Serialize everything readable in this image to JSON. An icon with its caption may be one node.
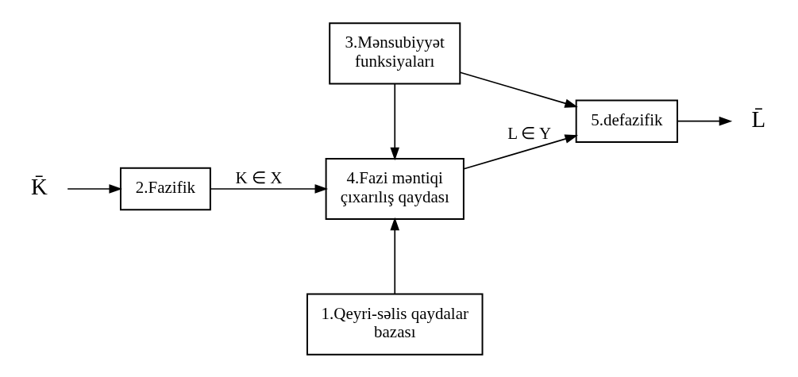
{
  "diagram": {
    "nodes": [
      {
        "text": [
          "K̄"
        ]
      },
      {
        "text": [
          "2.Fazifik"
        ]
      },
      {
        "text": [
          "3.Mənsubiyyət funksiyaları"
        ]
      },
      {
        "text": [
          "4.Fazi məntiqi çıxarılış qaydası"
        ]
      },
      {
        "text": [
          "5.defazifik"
        ]
      },
      {
        "text": [
          "L̄"
        ]
      },
      {
        "text": [
          "1.Qeyri-səlis qaydalar bazası"
        ]
      }
    ],
    "edges": [
      {
        "from": 0,
        "to": 1,
        "arrow": "to"
      },
      {
        "from": 1,
        "to": 3,
        "arrow": "to",
        "label": "K ∈ X"
      },
      {
        "from": 2,
        "to": 3,
        "arrow": "to"
      },
      {
        "from": 3,
        "to": 4,
        "arrow": "to",
        "label": "L ∈ Y"
      },
      {
        "from": 2,
        "to": 4,
        "arrow": "to"
      },
      {
        "from": 6,
        "to": 3,
        "arrow": "to"
      },
      {
        "from": 4,
        "to": 5,
        "arrow": "to"
      }
    ]
  }
}
